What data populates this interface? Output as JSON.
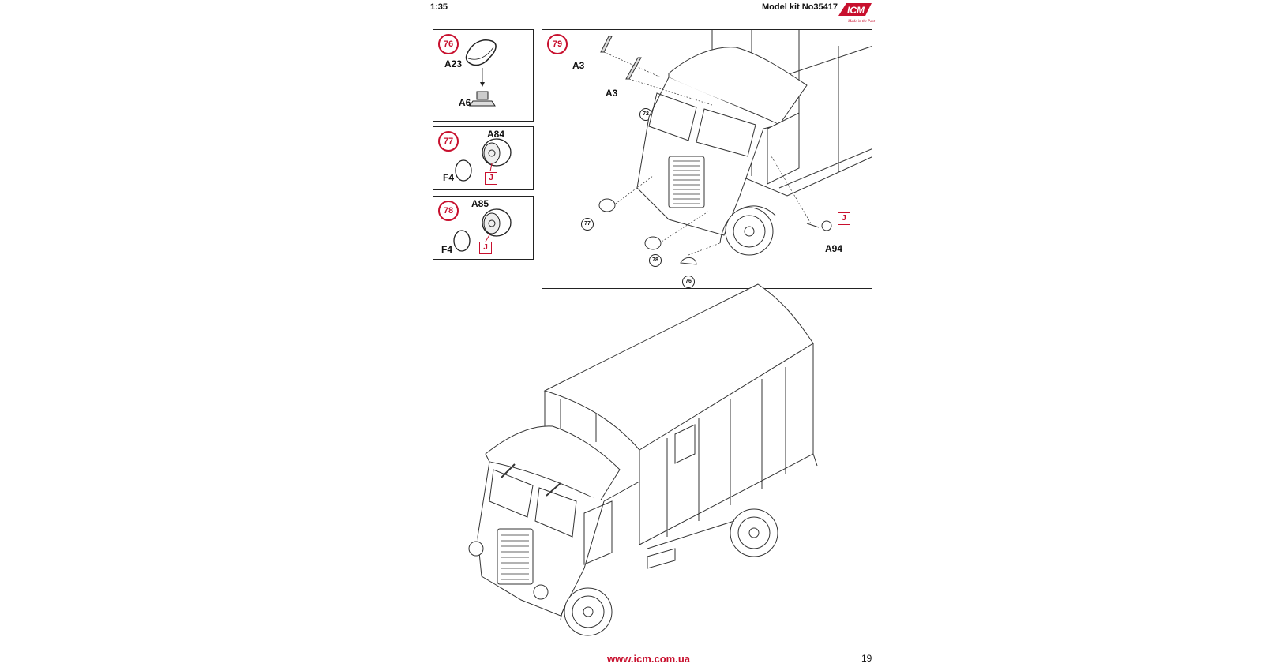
{
  "header": {
    "scale": "1:35",
    "kit": "Model kit No35417",
    "logo_text": "ICM",
    "logo_tagline": "Made in the Past",
    "accent_color": "#c8102e"
  },
  "steps": [
    {
      "number": "76",
      "parts": [
        "A23",
        "A6"
      ]
    },
    {
      "number": "77",
      "parts": [
        "A84",
        "F4"
      ],
      "paint": "J"
    },
    {
      "number": "78",
      "parts": [
        "A85",
        "F4"
      ],
      "paint": "J"
    },
    {
      "number": "79",
      "parts": [
        "A3",
        "A3",
        "A94"
      ],
      "paint": "J",
      "refs": [
        "72",
        "77",
        "78",
        "76"
      ]
    }
  ],
  "footer": {
    "url": "www.icm.com.ua",
    "page": "19"
  }
}
